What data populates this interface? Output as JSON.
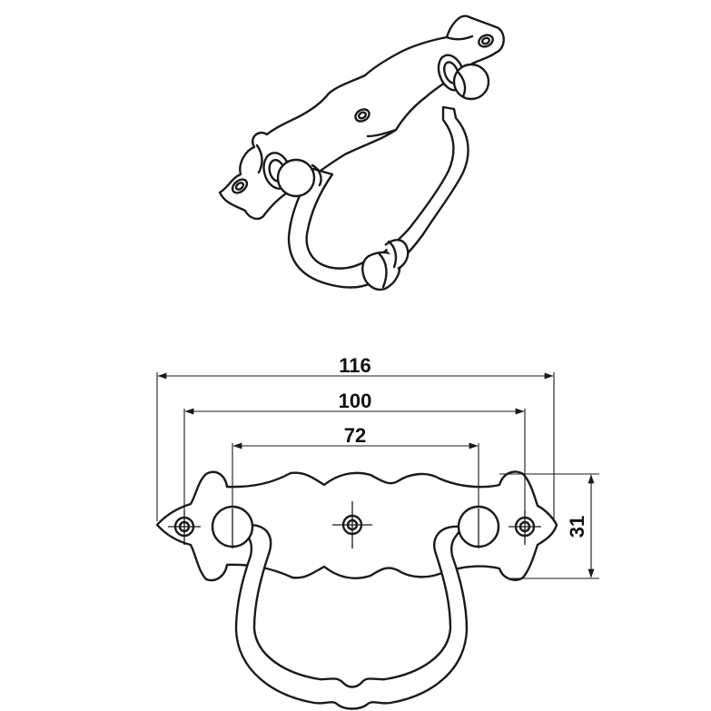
{
  "dimensions": {
    "overall_width": "116",
    "outer_hole_spacing": "100",
    "inner_post_spacing": "72",
    "backplate_height": "31"
  }
}
